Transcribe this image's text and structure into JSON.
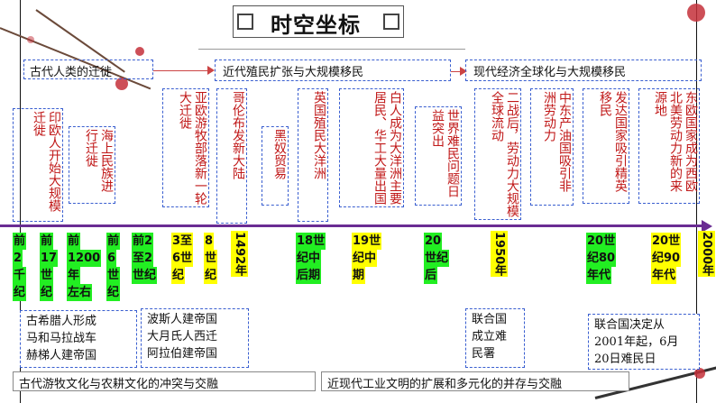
{
  "title": "时空坐标",
  "eras": [
    "古代人类的迁徙",
    "近代殖民扩张与大规模移民",
    "现代经济全球化与大规模移民"
  ],
  "event_boxes": [
    "印欧人开始大规模迁徙",
    "海上民族进行迁徙",
    "亚欧游牧部落新一轮大迁徙",
    "哥伦布发新大陆",
    "黑奴贸易",
    "英国殖民大洋洲",
    "白人成为大洋洲主要居民、华工大量出国",
    "世界难民问题日益突出",
    "二战后，劳动力大规模全球流动",
    "中东产油国吸引非洲劳动力",
    "发达国家吸引精英移民",
    "东欧国家成为西欧北美劳动力新的来源地"
  ],
  "dates": [
    [
      "前",
      "2",
      "千",
      "纪"
    ],
    [
      "前",
      "17",
      "世",
      "纪"
    ],
    [
      "前",
      "1200",
      "年",
      "左右"
    ],
    [
      "前",
      "6",
      "世",
      "纪"
    ],
    [
      "前2",
      "至2",
      "世纪"
    ],
    [
      "3至",
      "6世",
      "纪"
    ],
    [
      "8",
      "世",
      "纪"
    ],
    "1492年",
    [
      "18世",
      "纪中",
      "后期"
    ],
    [
      "19世",
      "纪中",
      "期"
    ],
    [
      "20",
      "世纪",
      "后"
    ],
    "1950年",
    [
      "20世",
      "纪80",
      "年代"
    ],
    [
      "20世",
      "纪90",
      "年代"
    ],
    "2000年"
  ],
  "lower_events": [
    [
      "古希腊人形成",
      "马和马拉战车",
      "赫梯人建帝国"
    ],
    [
      "波斯人建帝国",
      "大月氏人西迁",
      "阿拉伯建帝国"
    ],
    [
      "联合国",
      "成立难",
      "民署"
    ],
    [
      "联合国决定从",
      "2001年起，6月",
      "20日难民日"
    ]
  ],
  "bottom_labels": [
    "古代游牧文化与农耕文化的冲突与交融",
    "近现代工业文明的扩展和多元化的并存与交融"
  ],
  "colors": {
    "timeline": "#6a2c93",
    "event_text": "#c01818",
    "highlight_green": "#22ee22",
    "highlight_yellow": "#ffff00"
  }
}
